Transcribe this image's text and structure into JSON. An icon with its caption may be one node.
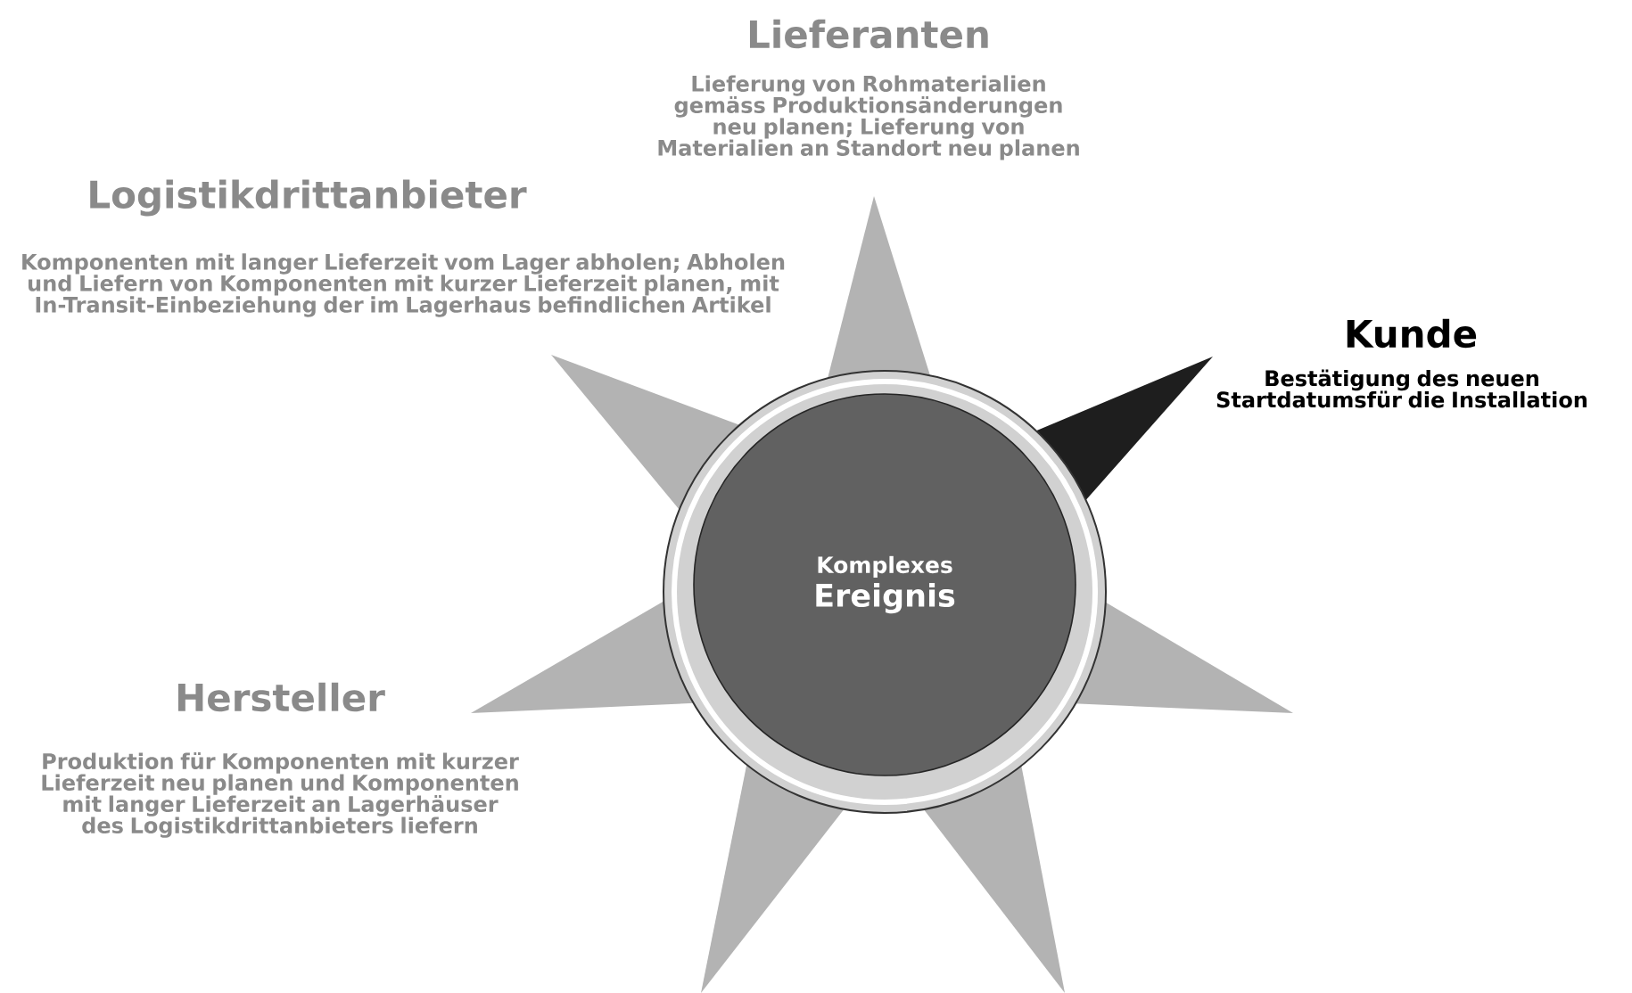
{
  "diagram": {
    "nodes": [
      {
        "text": [
          "Komplexes",
          "Ereignis"
        ]
      }
    ],
    "labels": [
      "Lieferanten",
      "Lieferung von Rohmaterialien gemäss Produktionsänderungen neu planen; Lieferung von Materialien an Standort neu planen",
      "Logistikdrittanbieter",
      "Komponenten mit langer Lieferzeit vom Lager abholen; Abholen und Liefern von Komponenten mit kurzer Lieferzeit planen, mit In-Transit-Einbeziehung der im Lagerhaus befindlichen Artikel",
      "Kunde",
      "Bestätigung des neuen Startdatumsfür die Installation",
      "Hersteller",
      "Produktion für Komponenten mit kurzer Lieferzeit neu planen und Komponenten mit langer Lieferzeit an Lagerhäuser des Logistikdrittanbieters liefern"
    ]
  }
}
